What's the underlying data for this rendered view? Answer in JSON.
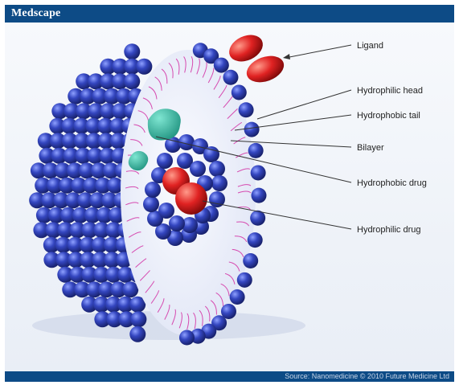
{
  "header": {
    "brand": "Medscape"
  },
  "footer": {
    "source": "Source: Nanomedicine © 2010 Future Medicine Ltd"
  },
  "labels": {
    "ligand": "Ligand",
    "hydrophilic_head": "Hydrophilic head",
    "hydrophobic_tail": "Hydrophobic tail",
    "bilayer": "Bilayer",
    "hydrophobic_drug": "Hydrophobic drug",
    "hydrophilic_drug": "Hydrophilic drug"
  },
  "colors": {
    "brand_bar": "#0d4b86",
    "sphere": "#2c3da8",
    "tail": "#d64ab0",
    "hydrophobic_drug": "#2fb5a0",
    "hydrophilic_drug": "#d91c1c"
  }
}
